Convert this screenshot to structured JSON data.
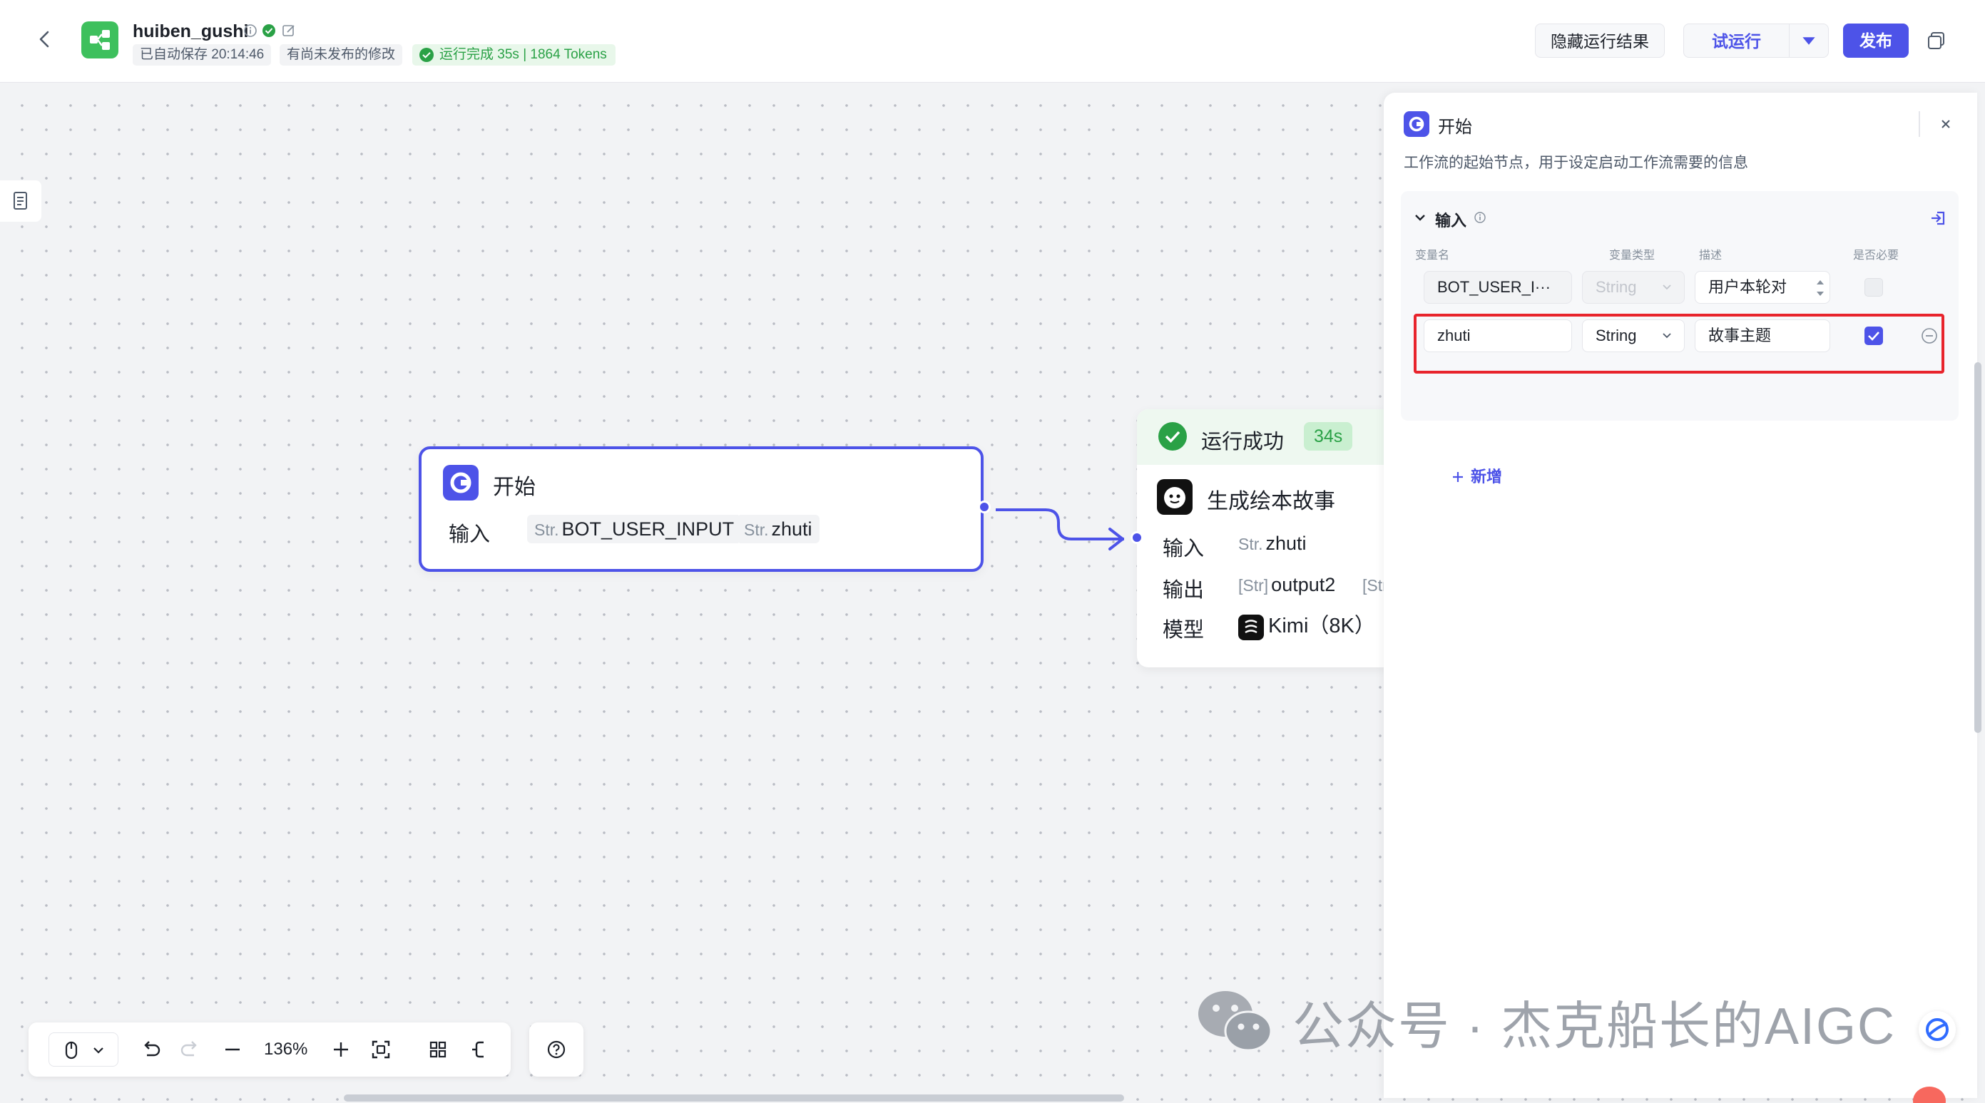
{
  "header": {
    "app_name": "huiben_gushi",
    "autosave": "已自动保存 20:14:46",
    "unpublished": "有尚未发布的修改",
    "run_status": "运行完成 35s | 1864 Tokens",
    "hide_results_label": "隐藏运行结果",
    "test_run_label": "试运行",
    "publish_label": "发布"
  },
  "start_node": {
    "title": "开始",
    "input_label": "输入",
    "inputs": [
      {
        "type": "Str.",
        "name": "BOT_USER_INPUT"
      },
      {
        "type": "Str.",
        "name": "zhuti"
      }
    ]
  },
  "llm_node": {
    "status": "运行成功",
    "duration": "34s",
    "title": "生成绘本故事",
    "input_label": "输入",
    "input_type": "Str.",
    "input_value": "zhuti",
    "output_label": "输出",
    "output_type": "[Str]",
    "output_value": "output2",
    "output_more": "[Str",
    "model_label": "模型",
    "model_value": "Kimi（8K）"
  },
  "toolbar": {
    "zoom": "136%"
  },
  "panel": {
    "title": "开始",
    "description": "工作流的起始节点，用于设定启动工作流需要的信息",
    "section_title": "输入",
    "columns": [
      "变量名",
      "变量类型",
      "描述",
      "是否必要"
    ],
    "rows": [
      {
        "name": "BOT_USER_I···",
        "type": "String",
        "desc": "用户本轮对",
        "required": false
      },
      {
        "name": "zhuti",
        "type": "String",
        "desc": "故事主题",
        "required": true
      }
    ],
    "add_label": "新增"
  },
  "watermark": {
    "text": "公众号 · 杰克船长的AIGC"
  },
  "colors": {
    "accent": "#4d53e8",
    "success": "#2aa146",
    "highlight": "#e8242c",
    "app_logo": "#3ec05d"
  }
}
